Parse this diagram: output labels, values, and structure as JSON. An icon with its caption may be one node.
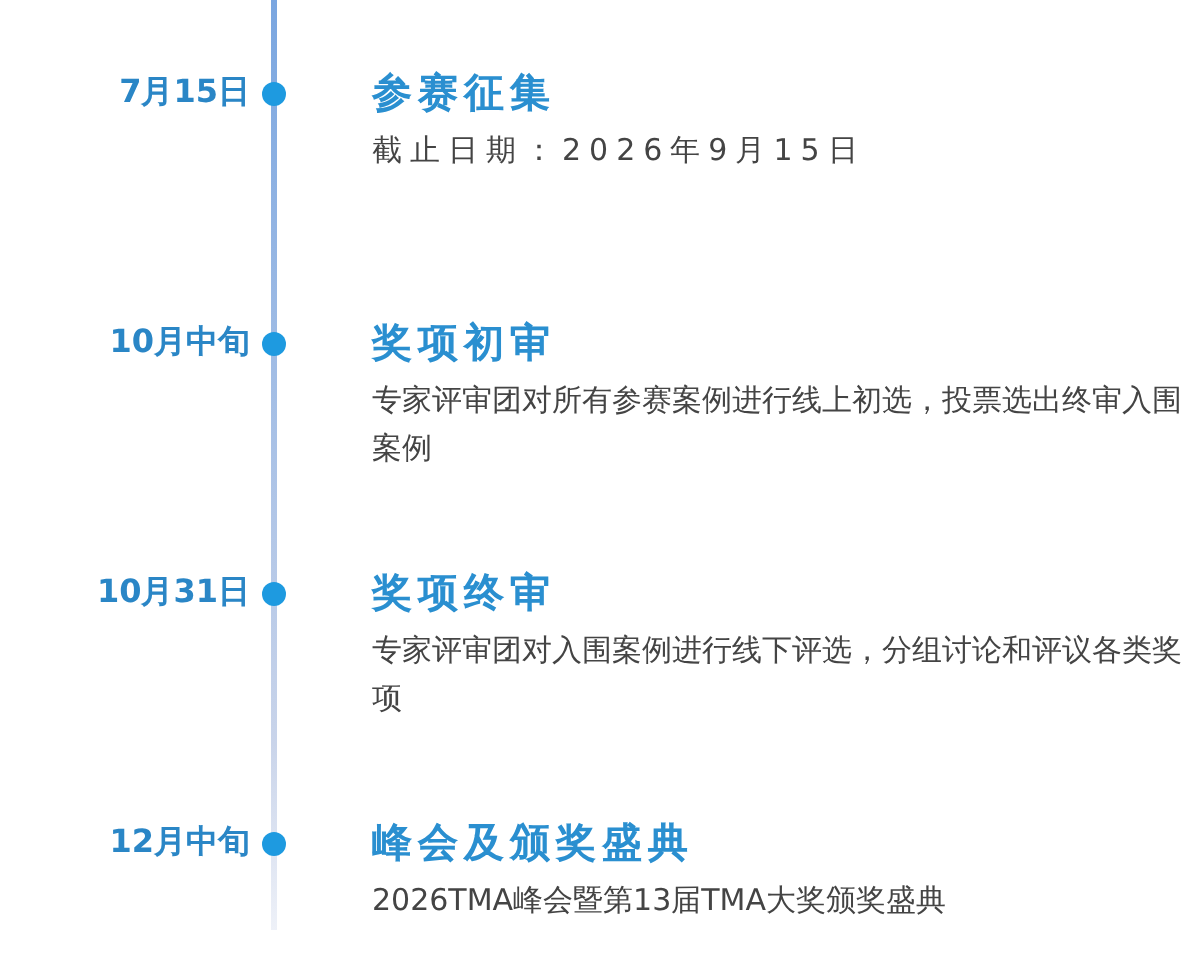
{
  "diagram": {
    "nodes": [
      {
        "text": [
          "参赛征集",
          "截止日期：2026年9月15日"
        ],
        "beside": [
          "7月15日"
        ]
      },
      {
        "text": [
          "奖项初审",
          "专家评审团对所有参赛案例进行线上初选，投票选出终审入围案例"
        ],
        "beside": [
          "10月中旬"
        ]
      },
      {
        "text": [
          "奖项终审",
          "专家评审团对入围案例进行线下评选，分组讨论和评议各类奖项"
        ],
        "beside": [
          "10月31日"
        ]
      },
      {
        "text": [
          "峰会及颁奖盛典",
          "2026TMA峰会暨第13届TMA大奖颁奖盛典"
        ],
        "beside": [
          "12月中旬"
        ]
      }
    ]
  }
}
